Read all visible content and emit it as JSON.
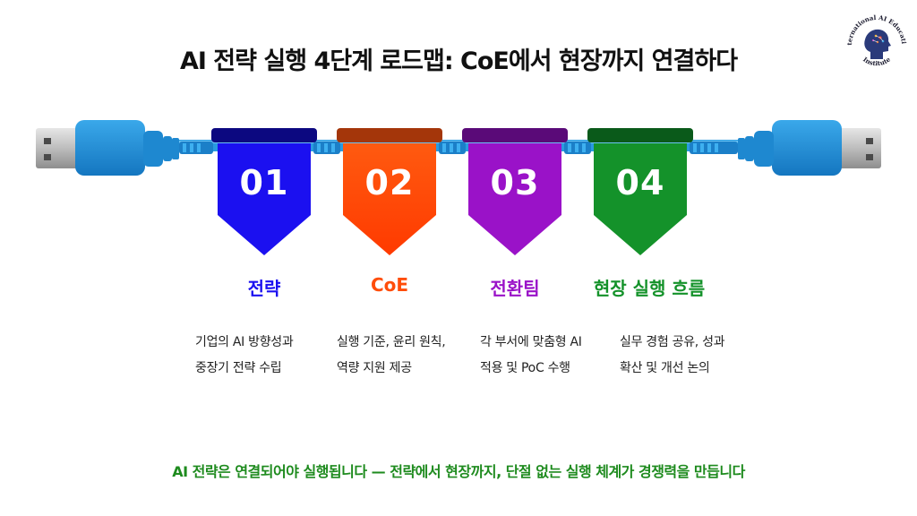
{
  "title": "AI 전략 실행 4단계 로드맵: CoE에서 현장까지 연결하다",
  "logo": {
    "text_top": "International AI Education",
    "text_bottom": "Institute",
    "icon": "head-profile-logo"
  },
  "steps": [
    {
      "number": "01",
      "label": "전략",
      "color": "#1b10f0",
      "desc_line1": "기업의 AI 방향성과",
      "desc_line2": "중장기 전략 수립"
    },
    {
      "number": "02",
      "label": "CoE",
      "color": "#ff4d0a",
      "desc_line1": "실행 기준, 윤리 원칙,",
      "desc_line2": "역량 지원 제공"
    },
    {
      "number": "03",
      "label": "전환팀",
      "color": "#9a12c8",
      "desc_line1": "각 부서에 맞춤형 AI",
      "desc_line2": "적용 및 PoC 수행"
    },
    {
      "number": "04",
      "label": "현장 실행 흐름",
      "color": "#14922a",
      "desc_line1": "실무 경험 공유, 성과",
      "desc_line2": "확산 및 개선 논의"
    }
  ],
  "footer": "AI 전략은 연결되어야 실행됩니다 — 전략에서 현장까지, 단절 없는 실행 체계가 경쟁력을 만듭니다"
}
